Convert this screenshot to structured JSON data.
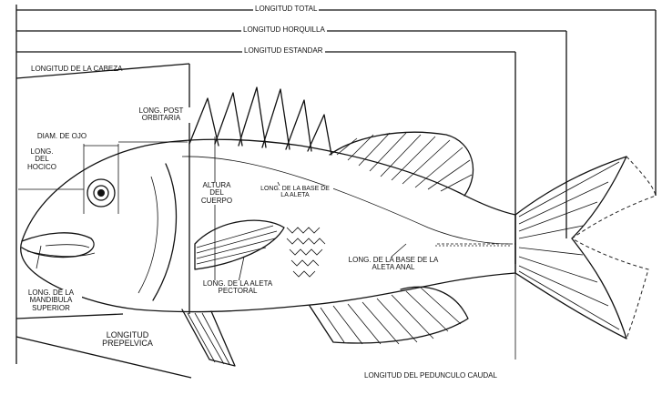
{
  "labels": {
    "total_length": "LONGITUD TOTAL",
    "fork_length": "LONGITUD HORQUILLA",
    "standard_length": "LONGITUD ESTANDAR",
    "head_length": "LONGITUD DE LA CABEZA",
    "postorbital_length": "LONG. POST ORBITARIA",
    "eye_diameter": "DIAM. DE OJO",
    "snout_length": "LONG. DEL HOCICO",
    "body_height": "ALTURA DEL CUERPO",
    "dorsal_base_length": "LONG. DE LA BASE DE LA ALETA",
    "upper_jaw_length": "LONG. DE LA MANDIBULA SUPERIOR",
    "pectoral_fin_length": "LONG. DE LA ALETA PECTORAL",
    "anal_base_length": "LONG. DE LA BASE DE LA ALETA ANAL",
    "prepelvic_length": "LONGITUD PREPELVICA",
    "caudal_peduncle_length": "LONGITUD DEL PEDUNCULO CAUDAL"
  }
}
